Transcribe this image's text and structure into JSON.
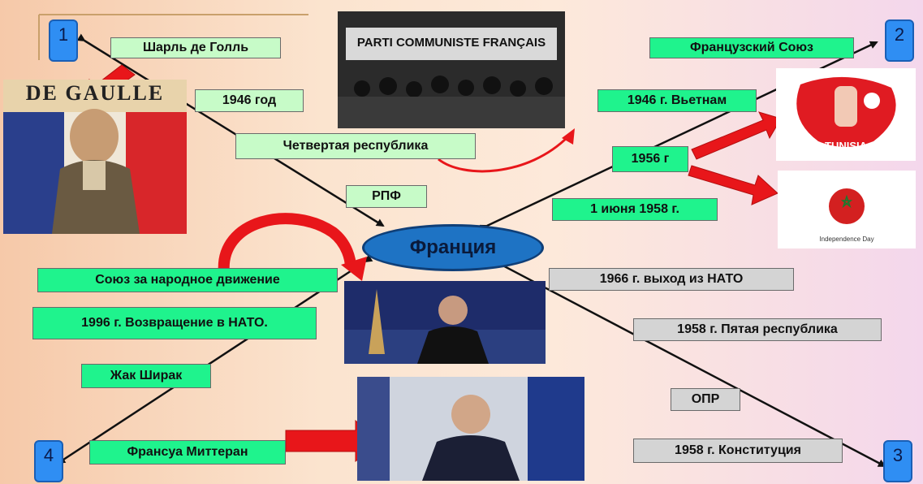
{
  "center_title": "Франция",
  "numbers": {
    "n1": "1",
    "n2": "2",
    "n3": "3",
    "n4": "4"
  },
  "labels": {
    "de_gaulle": "Шарль де Голль",
    "year_1946": "1946 год",
    "fourth_republic": "Четвертая республика",
    "rpf": "РПФ",
    "french_union": "Французский Союз",
    "vietnam_1946": "1946 г. Вьетнам",
    "year_1956": "1956 г",
    "june_1958": "1 июня 1958 г.",
    "union_movement": "Союз за народное движение",
    "return_nato_1996": "1996 г.  Возвращение в НАТО.",
    "chirac": "Жак Ширак",
    "mitterrand": "Франсуа Миттеран",
    "nato_exit_1966": "1966 г. выход из НАТО",
    "fifth_republic_1958": "1958 г. Пятая  республика",
    "opr": "ОПР",
    "constitution_1958": "1958 г. Конституция"
  },
  "images": {
    "poster_text": "DE GAULLE",
    "banner_text": "PARTI COMMUNISTE FRANÇAIS",
    "tunisia_text": "TUNISIA",
    "morocco_text": "Independence Day"
  },
  "colors": {
    "label_green": "#1ff38d",
    "label_light_green": "#c7fbc8",
    "label_gray": "#d4d4d4",
    "number_box": "#2f8ef3",
    "center_oval": "#1e73c4",
    "arrow_red": "#e8161a"
  }
}
